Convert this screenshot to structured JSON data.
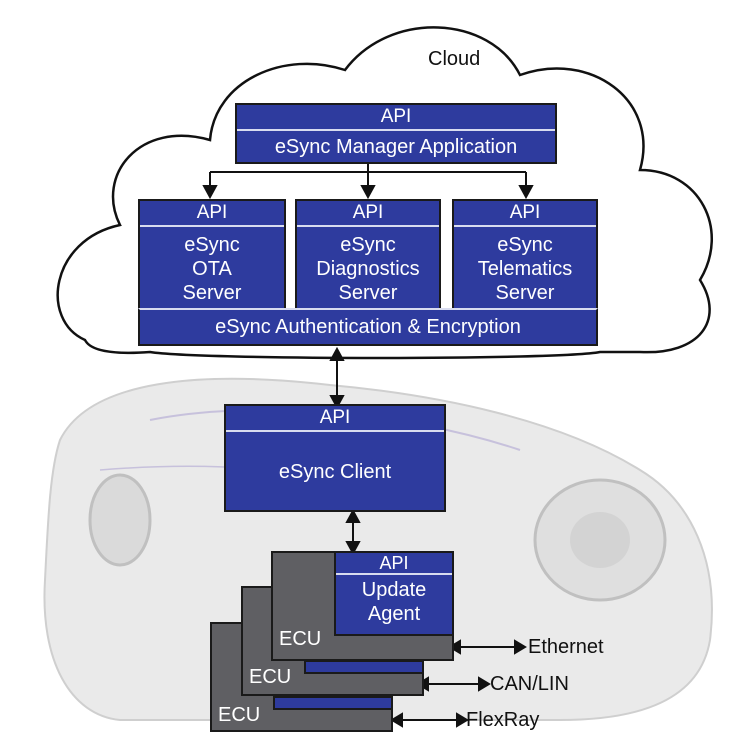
{
  "cloud": {
    "label": "Cloud"
  },
  "manager": {
    "api": "API",
    "label": "eSync Manager Application"
  },
  "servers": [
    {
      "api": "API",
      "lines": [
        "eSync",
        "OTA",
        "Server"
      ]
    },
    {
      "api": "API",
      "lines": [
        "eSync",
        "Diagnostics",
        "Server"
      ]
    },
    {
      "api": "API",
      "lines": [
        "eSync",
        "Telematics",
        "Server"
      ]
    }
  ],
  "auth": {
    "label": "eSync Authentication & Encryption"
  },
  "client": {
    "api": "API",
    "label": "eSync Client"
  },
  "agent": {
    "api": "API",
    "lines": [
      "Update",
      "Agent"
    ]
  },
  "ecus": [
    {
      "label": "ECU"
    },
    {
      "label": "ECU"
    },
    {
      "label": "ECU"
    }
  ],
  "buses": [
    {
      "label": "Ethernet"
    },
    {
      "label": "CAN/LIN"
    },
    {
      "label": "FlexRay"
    }
  ],
  "colors": {
    "box_blue": "#2e3b9e",
    "ecu_gray": "#5f5f63"
  }
}
